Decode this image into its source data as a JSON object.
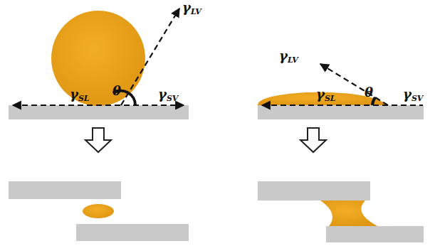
{
  "diagram": {
    "labels": [
      "γLV",
      "θ",
      "γSL",
      "γSV",
      "γLV",
      "θ",
      "γSL",
      "γSV"
    ]
  }
}
